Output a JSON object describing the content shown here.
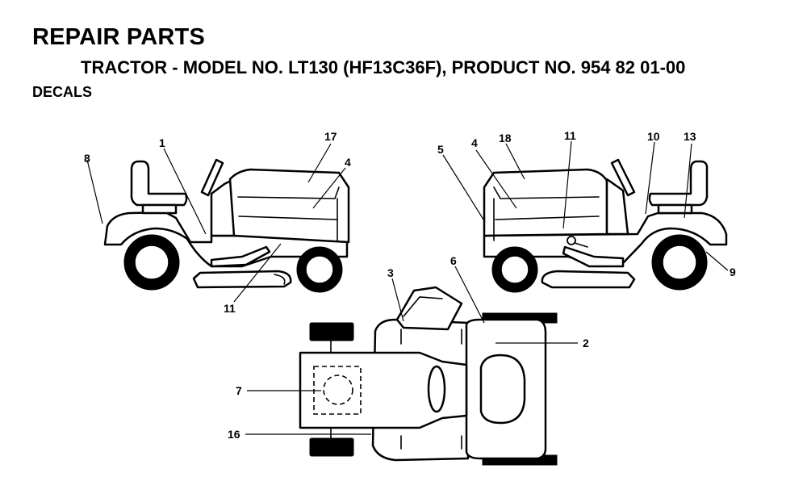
{
  "header": {
    "title": "REPAIR PARTS",
    "subtitle": "TRACTOR - MODEL NO. LT130 (HF13C36F), PRODUCT NO. 954 82 01-00",
    "section": "DECALS"
  },
  "callouts": {
    "c1": "1",
    "c2": "2",
    "c3": "3",
    "c4_left": "4",
    "c4_right": "4",
    "c5": "5",
    "c6": "6",
    "c7": "7",
    "c8": "8",
    "c9": "9",
    "c10": "10",
    "c11_left": "11",
    "c11_right": "11",
    "c13": "13",
    "c16": "16",
    "c17": "17",
    "c18": "18"
  }
}
